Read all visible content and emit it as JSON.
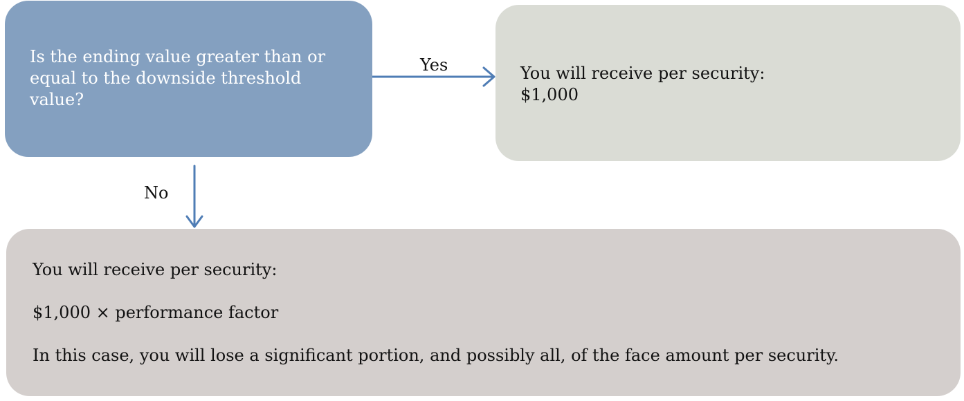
{
  "colors": {
    "question_box": "#84a0c0",
    "yes_box": "#dadcd5",
    "no_box": "#d4cfcd",
    "arrow": "#4f7db5"
  },
  "question": {
    "lines": [
      "Is the ending value greater than or",
      "equal to the downside threshold",
      "value?"
    ]
  },
  "edges": {
    "yes_label": "Yes",
    "no_label": "No"
  },
  "yes_outcome": {
    "heading": "You will receive per security:",
    "amount": "$1,000"
  },
  "no_outcome": {
    "heading": "You will receive per security:",
    "formula": "$1,000 × performance factor",
    "note": "In this case, you will lose a significant portion, and possibly all, of the face amount per security."
  }
}
